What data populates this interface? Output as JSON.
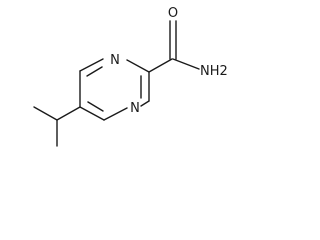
{
  "molecule": {
    "atoms": {
      "n_top": "N",
      "n_bottom": "N",
      "o_carbonyl": "O",
      "amide_group": "NH2"
    },
    "bond_color": "#1a1a1a",
    "background_color": "#ffffff"
  }
}
